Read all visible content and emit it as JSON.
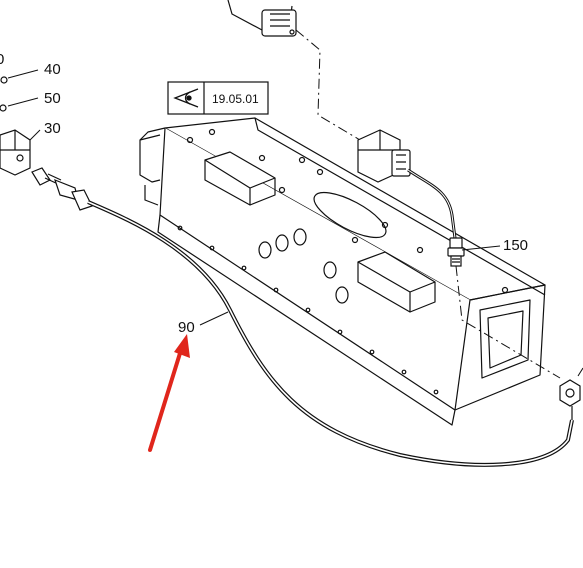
{
  "callouts": {
    "part_40": "40",
    "part_50": "50",
    "part_30": "30",
    "part_90": "90",
    "part_150": "150",
    "part_cut": "0"
  },
  "view_ref": {
    "label": "19.05.01",
    "icon": "eye-icon"
  },
  "colors": {
    "line": "#111111",
    "arrow": "#e0261c",
    "paper": "#ffffff"
  }
}
